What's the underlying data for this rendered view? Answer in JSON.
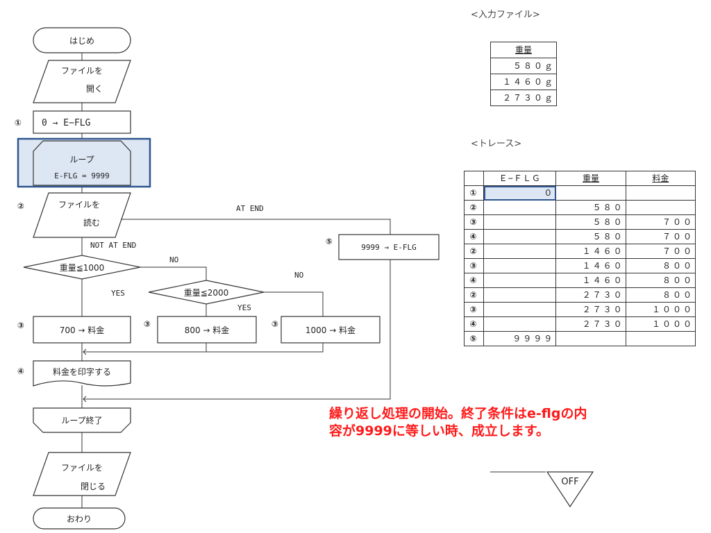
{
  "flowchart": {
    "start": "はじめ",
    "open_line1": "ファイルを",
    "open_line2": "開く",
    "init": "0 → E−FLG",
    "loop_top": "ループ",
    "loop_cond": "E-FLG  =  9999",
    "read_line1": "ファイルを",
    "read_line2": "読む",
    "at_end": "AT  END",
    "not_at_end": "NOT  AT  END",
    "set_end": "9999  →  E-FLG",
    "cond1": "重量≦1000",
    "cond2": "重量≦2000",
    "no": "NO",
    "yes": "YES",
    "fee700": "700  →  料金",
    "fee800": "800  →  料金",
    "fee1000": "1000  →  料金",
    "print": "料金を印字する",
    "loop_end": "ループ終了",
    "close_line1": "ファイルを",
    "close_line2": "閉じる",
    "end": "おわり",
    "step_markers": [
      "①",
      "②",
      "③",
      "④",
      "⑤"
    ]
  },
  "input_file": {
    "title": "<入力ファイル>",
    "header": "重量",
    "rows": [
      "５８０ｇ",
      "１４６０ｇ",
      "２７３０ｇ"
    ]
  },
  "trace": {
    "title": "<トレース>",
    "headers": [
      "",
      "Ｅ−ＦＬＧ",
      "重量",
      "料金"
    ],
    "rows": [
      [
        "①",
        "０",
        "",
        ""
      ],
      [
        "②",
        "",
        "５８０",
        ""
      ],
      [
        "③",
        "",
        "５８０",
        "７００"
      ],
      [
        "④",
        "",
        "５８０",
        "７００"
      ],
      [
        "②",
        "",
        "１４６０",
        "７００"
      ],
      [
        "③",
        "",
        "１４６０",
        "８００"
      ],
      [
        "④",
        "",
        "１４６０",
        "８００"
      ],
      [
        "②",
        "",
        "２７３０",
        "８００"
      ],
      [
        "③",
        "",
        "２７３０",
        "１０００"
      ],
      [
        "④",
        "",
        "２７３０",
        "１０００"
      ],
      [
        "⑤",
        "９９９９",
        "",
        ""
      ]
    ]
  },
  "note": {
    "line1": "繰り返し処理の開始。終了条件はe-flgの内",
    "line2": "容が9999に等しい時、成立します。"
  },
  "toggle": {
    "label": "OFF"
  },
  "colors": {
    "highlight_fill": "#dde6f3",
    "highlight_border": "#2e5590",
    "note": "#ff1a1a"
  }
}
